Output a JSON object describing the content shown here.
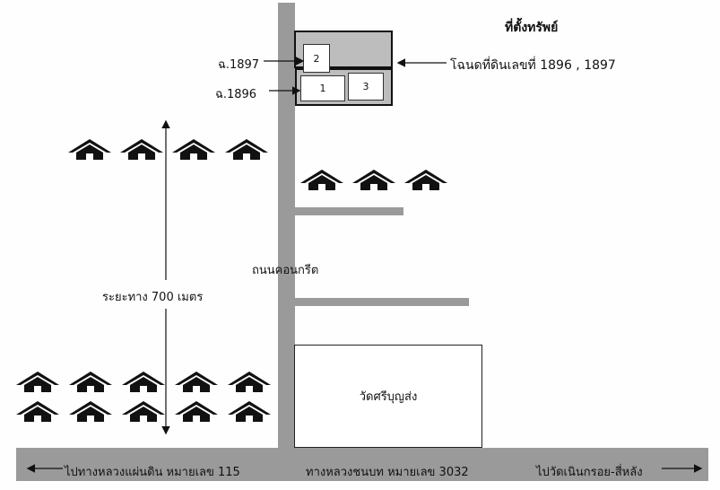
{
  "title": "ที่ตั้งทรัพย์",
  "deed_label": "โฉนดที่ดินเลขที่ 1896 , 1897",
  "plot_labels": {
    "upper": "ฉ.1897",
    "lower": "ฉ.1896"
  },
  "lots": [
    "2",
    "1",
    "3"
  ],
  "concrete_road": "ถนนคอนกรีต",
  "distance": "ระยะทาง 700 เมตร",
  "temple": "วัดศรีบุญส่ง",
  "main_road": {
    "left": "ไปทางหลวงแผ่นดิน หมายเลข 115",
    "center": "ทางหลวงชนบท หมายเลข 3032",
    "right": "ไปวัดเนินกรอย-สี่หลัง"
  },
  "icons": {
    "house": "house-icon",
    "arrow": "arrow-icon"
  }
}
